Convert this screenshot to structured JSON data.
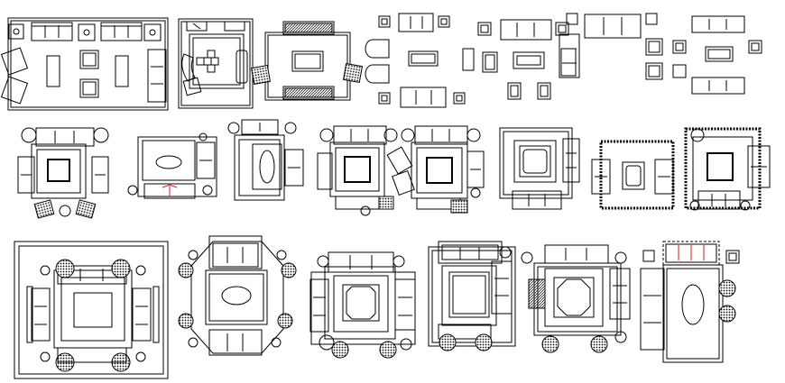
{
  "sheet": {
    "description_visible_text": "",
    "line_color": "#000000",
    "accent_color": "#d81b1b",
    "background_color": "#ffffff",
    "hatch_color": "#222222"
  },
  "rows": [
    {
      "name": "top-row-small-sets",
      "block_count": 8
    },
    {
      "name": "middle-row-sets",
      "block_count": 8
    },
    {
      "name": "bottom-row-large-sets",
      "block_count": 7
    }
  ]
}
